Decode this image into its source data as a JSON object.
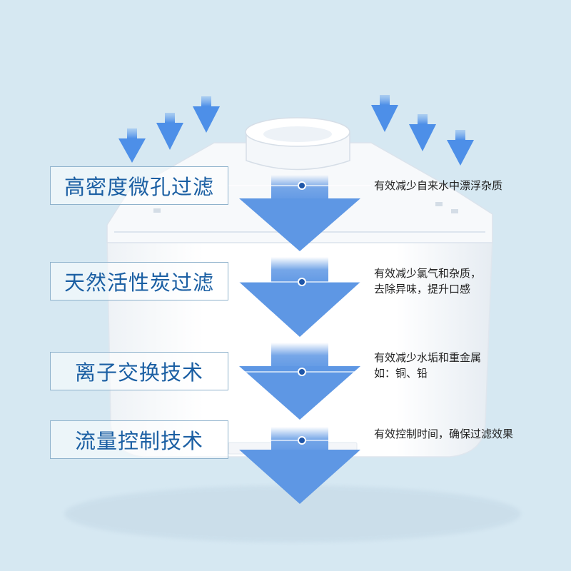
{
  "layers": [
    {
      "title": "高密度微孔过滤",
      "description": "有效减少自来水中漂浮杂质"
    },
    {
      "title": "天然活性炭过滤",
      "description": "有效减少氯气和杂质，\n去除异味，提升口感"
    },
    {
      "title": "离子交换技术",
      "description": "有效减少水垢和重金属\n如：铜、铅"
    },
    {
      "title": "流量控制技术",
      "description": "有效控制时间，确保过滤效果"
    }
  ],
  "colors": {
    "background": "#d6e8f2",
    "arrow": "#5e97e4",
    "label_text": "#1b5fa3",
    "dot": "#1f56a8"
  },
  "icons": [
    "water-flow-arrow-icon",
    "filter-cartridge-icon"
  ]
}
